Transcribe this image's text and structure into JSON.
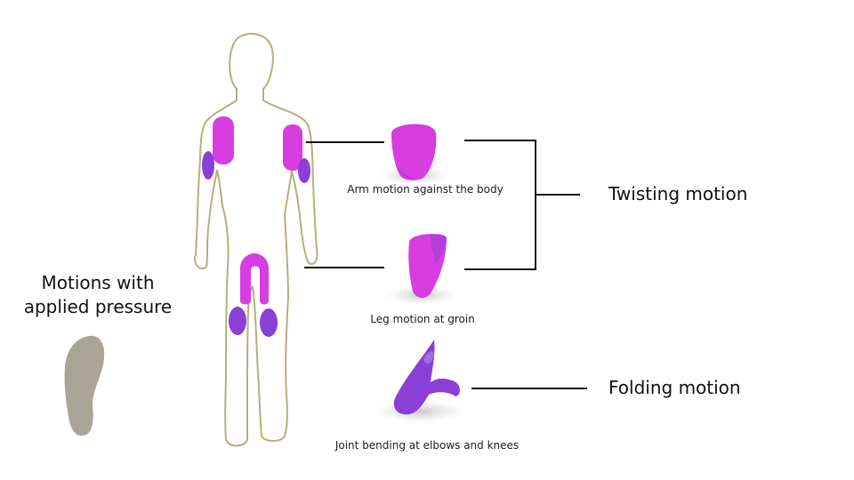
{
  "left_panel": {
    "title_line1": "Motions with",
    "title_line2": "applied pressure"
  },
  "samples": {
    "arm_caption": "Arm motion against the body",
    "leg_caption": "Leg motion at groin",
    "joint_caption": "Joint bending at elbows and knees"
  },
  "motions": {
    "twisting": "Twisting motion",
    "folding": "Folding motion"
  },
  "colors": {
    "body_outline": "#b8ad7c",
    "twist_pad": "#d73de0",
    "fold_pad": "#8a3fd6",
    "footprint": "#a9a596",
    "connector": "#111111"
  }
}
